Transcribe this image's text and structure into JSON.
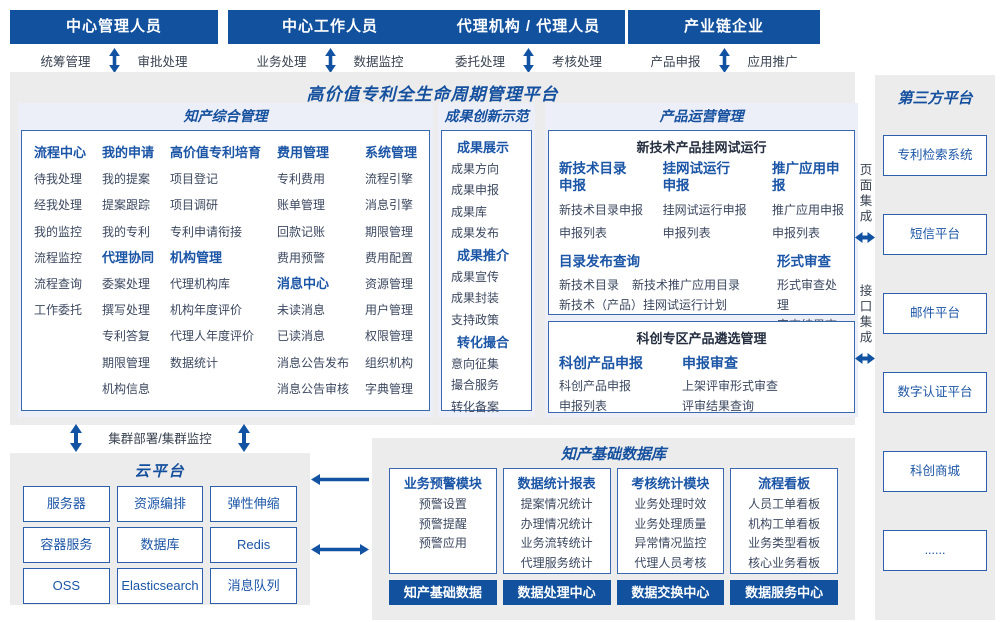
{
  "colors": {
    "primary": "#11519e",
    "title_blue": "#15509f",
    "header_blue": "#1b55a6",
    "item_text": "#3c4860",
    "panel_bg": "#ececec",
    "arrow": "#1153a2"
  },
  "actors": [
    {
      "title": "中心管理人员",
      "left": "统筹管理",
      "right": "审批处理"
    },
    {
      "title": "中心工作人员",
      "left": "业务处理",
      "right": "数据监控"
    },
    {
      "title": "代理机构 / 代理人员",
      "left": "委托处理",
      "right": "考核处理"
    },
    {
      "title": "产业链企业",
      "left": "产品申报",
      "right": "应用推广"
    }
  ],
  "platform": {
    "title": "高价值专利全生命周期管理平台",
    "ip_mgmt": {
      "title": "知产综合管理",
      "col1": {
        "h1": "流程中心",
        "items1": [
          "待我处理",
          "经我处理",
          "我的监控",
          "流程监控",
          "流程查询",
          "工作委托"
        ]
      },
      "col2": {
        "h1": "我的申请",
        "items1": [
          "我的提案",
          "提案跟踪",
          "我的专利"
        ],
        "h2": "代理协同",
        "items2": [
          "委案处理",
          "撰写处理",
          "专利答复",
          "期限管理",
          "机构信息"
        ]
      },
      "col3": {
        "h1": "高价值专利培育",
        "items1": [
          "项目登记",
          "项目调研",
          "专利申请衔接"
        ],
        "h2": "机构管理",
        "items2": [
          "代理机构库",
          "机构年度评价",
          "代理人年度评价",
          "数据统计"
        ]
      },
      "col4": {
        "h1": "费用管理",
        "items1": [
          "专利费用",
          "账单管理",
          "回款记账",
          "费用预警"
        ],
        "h2": "消息中心",
        "items2": [
          "未读消息",
          "已读消息",
          "消息公告发布",
          "消息公告审核"
        ]
      },
      "col5": {
        "h1": "系统管理",
        "items1": [
          "流程引擎",
          "消息引擎",
          "期限管理",
          "费用配置",
          "资源管理",
          "用户管理",
          "权限管理",
          "组织机构",
          "字典管理"
        ]
      }
    },
    "achievement": {
      "title": "成果创新示范",
      "g1": {
        "header": "成果展示",
        "items": [
          "成果方向",
          "成果申报",
          "成果库",
          "成果发布"
        ]
      },
      "g2": {
        "header": "成果推介",
        "items": [
          "成果宣传",
          "成果封装",
          "支持政策"
        ]
      },
      "g3": {
        "header": "转化撮合",
        "items": [
          "意向征集",
          "撮合服务",
          "转化备案"
        ]
      }
    },
    "product_ops": {
      "title": "产品运营管理",
      "trial": {
        "title": "新技术产品挂网试运行",
        "g1": {
          "header": "新技术目录申报",
          "items": [
            "新技术目录申报",
            "申报列表"
          ]
        },
        "g2": {
          "header": "挂网试运行申报",
          "items": [
            "挂网试运行申报",
            "申报列表"
          ]
        },
        "g3": {
          "header": "推广应用申报",
          "items": [
            "推广应用申报",
            "申报列表"
          ]
        },
        "g4": {
          "header": "目录发布查询",
          "items": [
            "新技术目录",
            "新技术推广应用目录",
            "新技术（产品）挂网试运行计划"
          ]
        },
        "g5": {
          "header": "形式审查",
          "items": [
            "形式审查处理",
            "审查结果查看"
          ]
        }
      },
      "selection": {
        "title": "科创专区产品遴选管理",
        "g1": {
          "header": "科创产品申报",
          "items": [
            "科创产品申报",
            "申报列表"
          ]
        },
        "g2": {
          "header": "申报审查",
          "items": [
            "上架评审形式审查",
            "评审结果查询"
          ]
        }
      }
    }
  },
  "integration": {
    "page": "页面集成",
    "interface": "接口集成"
  },
  "third_party": {
    "title": "第三方平台",
    "items": [
      "专利检索系统",
      "短信平台",
      "邮件平台",
      "数字认证平台",
      "科创商城",
      "......"
    ]
  },
  "cluster": {
    "label": "集群部署/集群监控"
  },
  "cloud": {
    "title": "云平台",
    "items": [
      "服务器",
      "资源编排",
      "弹性伸缩",
      "容器服务",
      "数据库",
      "Redis",
      "OSS",
      "Elasticsearch",
      "消息队列"
    ]
  },
  "database": {
    "title": "知产基础数据库",
    "modules": [
      {
        "header": "业务预警模块",
        "items": [
          "预警设置",
          "预警提醒",
          "预警应用"
        ],
        "footer": "知产基础数据"
      },
      {
        "header": "数据统计报表",
        "items": [
          "提案情况统计",
          "办理情况统计",
          "业务流转统计",
          "代理服务统计"
        ],
        "footer": "数据处理中心"
      },
      {
        "header": "考核统计模块",
        "items": [
          "业务处理时效",
          "业务处理质量",
          "异常情况监控",
          "代理人员考核"
        ],
        "footer": "数据交换中心"
      },
      {
        "header": "流程看板",
        "items": [
          "人员工单看板",
          "机构工单看板",
          "业务类型看板",
          "核心业务看板"
        ],
        "footer": "数据服务中心"
      }
    ]
  }
}
